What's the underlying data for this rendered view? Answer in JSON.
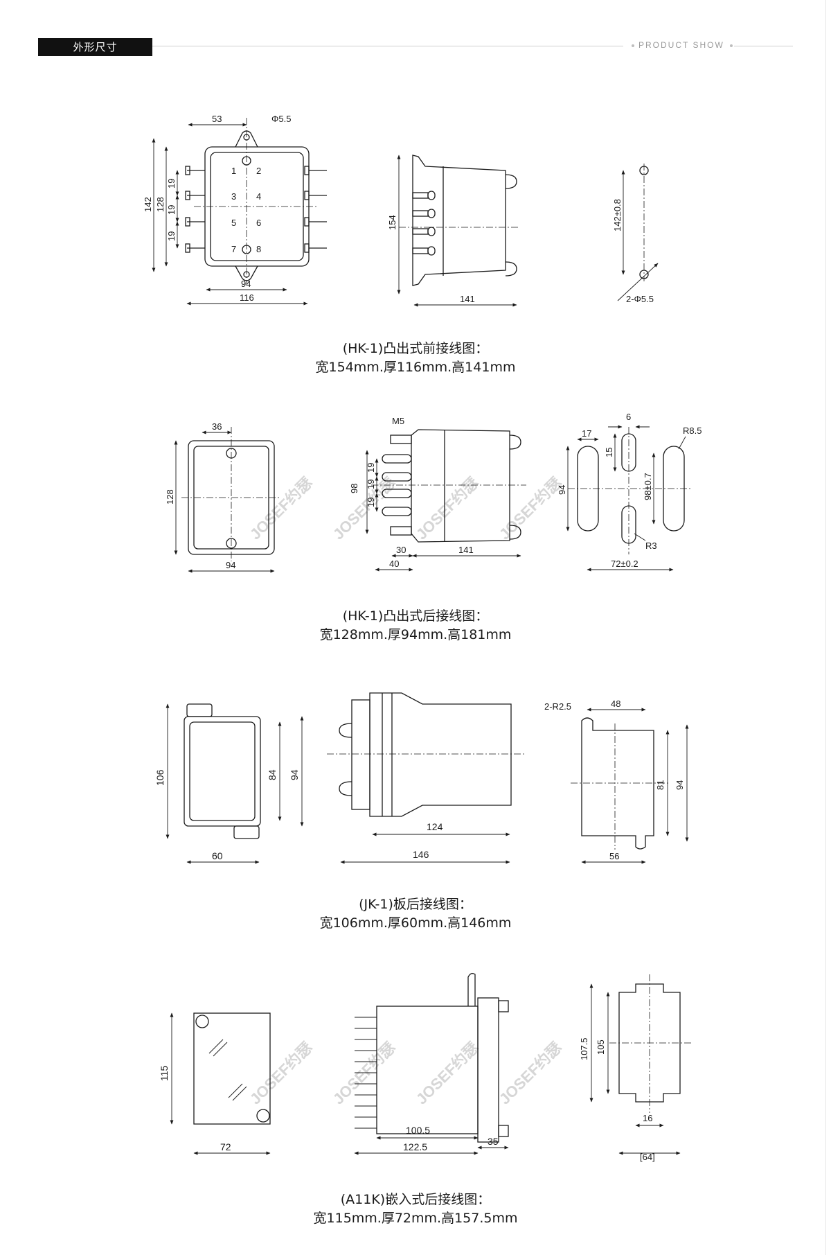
{
  "header": {
    "title": "外形尺寸",
    "right_label": "PRODUCT SHOW"
  },
  "watermark": "JOSEF约瑟",
  "sections": [
    {
      "caption_line1": "(HK-1)凸出式前接线图：",
      "caption_line2": "宽154mm.厚116mm.高141mm",
      "dims": {
        "top_width": "53",
        "hole": "Φ5.5",
        "height_outer": "142",
        "height_inner": "128",
        "pitch_a": "19",
        "pitch_b": "19",
        "pitch_c": "19",
        "bottom_inner": "94",
        "bottom_outer": "116",
        "side_height": "154",
        "side_depth": "141",
        "mount_distance": "142±0.8",
        "mount_holes": "2-Φ5.5",
        "terminals": [
          "1",
          "2",
          "3",
          "4",
          "5",
          "6",
          "7",
          "8"
        ]
      }
    },
    {
      "caption_line1": "(HK-1)凸出式后接线图：",
      "caption_line2": "宽128mm.厚94mm.高181mm",
      "dims": {
        "top": "36",
        "height": "128",
        "width": "94",
        "thread": "M5",
        "pitch_a": "19",
        "pitch_b": "19",
        "pitch_c": "19",
        "side_height": "98",
        "d30": "30",
        "d40": "40",
        "depth": "141",
        "slot_w": "17",
        "slot_s": "6",
        "slot_h": "15",
        "slot_len": "94",
        "radius_big": "R8.5",
        "mount_dist": "98±0.7",
        "radius_small": "R3",
        "spacing": "72±0.2"
      }
    },
    {
      "caption_line1": "(JK-1)板后接线图：",
      "caption_line2": "宽106mm.厚60mm.高146mm",
      "dims": {
        "height_total": "106",
        "height_inner": "84",
        "height_outer": "94",
        "width": "60",
        "depth_body": "124",
        "depth_total": "146",
        "radius": "2-R2.5",
        "top": "48",
        "cut_h": "81",
        "cut_h2": "94",
        "bottom": "56"
      }
    },
    {
      "caption_line1": "(A11K)嵌入式后接线图：",
      "caption_line2": "宽115mm.厚72mm.高157.5mm",
      "dims": {
        "height": "115",
        "width": "72",
        "body_depth": "100.5",
        "front": "35",
        "total_depth": "122.5",
        "cut_h1": "107.5",
        "cut_h2": "105",
        "notch": "16",
        "cut_w": "[64]"
      }
    }
  ]
}
